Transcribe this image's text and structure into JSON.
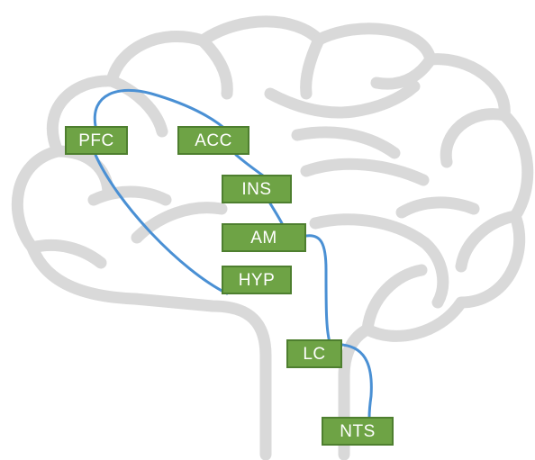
{
  "colors": {
    "brain_outline": "#d9d9d9",
    "pathway": "#4a90d4",
    "box_fill": "#6ea345",
    "box_border": "#4e7f2f",
    "box_text": "#ffffff"
  },
  "diagram": {
    "regions": [
      {
        "id": "pfc",
        "label": "PFC"
      },
      {
        "id": "acc",
        "label": "ACC"
      },
      {
        "id": "ins",
        "label": "INS"
      },
      {
        "id": "am",
        "label": "AM"
      },
      {
        "id": "hyp",
        "label": "HYP"
      },
      {
        "id": "lc",
        "label": "LC"
      },
      {
        "id": "nts",
        "label": "NTS"
      }
    ],
    "connections": [
      {
        "from": "pfc",
        "to": "acc"
      },
      {
        "from": "acc",
        "to": "ins"
      },
      {
        "from": "ins",
        "to": "am"
      },
      {
        "from": "pfc",
        "to": "hyp"
      },
      {
        "from": "am",
        "to": "lc"
      },
      {
        "from": "lc",
        "to": "nts"
      }
    ]
  }
}
